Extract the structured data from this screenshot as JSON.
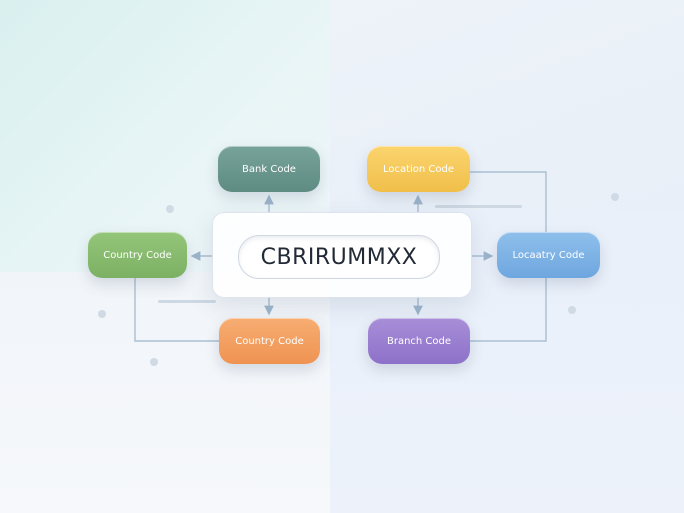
{
  "diagram": {
    "code": "CBRIRUMMXX",
    "nodes": {
      "bank": "Bank Code",
      "location_top": "Location Code",
      "country_left": "Country Code",
      "location_right": "Locaatry Code",
      "country_bottom": "Country Code",
      "branch": "Branch Code"
    }
  },
  "colors": {
    "bank": "#6b978e",
    "location_top": "#f6c95a",
    "country_left": "#88bb6e",
    "location_right": "#7fb3e6",
    "country_bottom": "#f3a062",
    "branch": "#9a7fd0",
    "connector": "#9eb6cc"
  }
}
